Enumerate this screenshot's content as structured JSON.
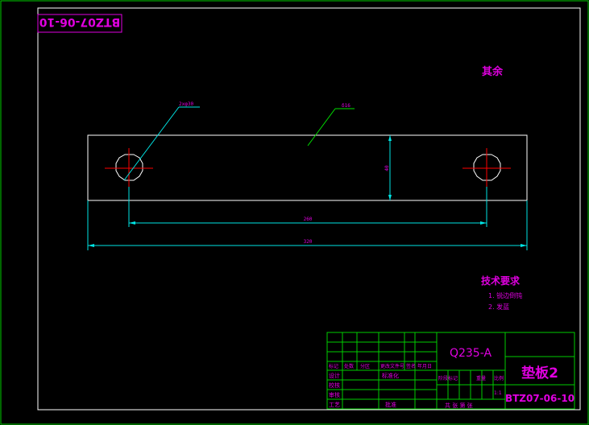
{
  "drawing_number": "BTZ07-06-10",
  "note_remaining": "其余",
  "dimensions": {
    "holes": "2xφ30",
    "thickness": "δ16",
    "height": "40",
    "hole_spacing": "260",
    "overall_length": "320"
  },
  "tech_requirements": {
    "heading": "技术要求",
    "items": [
      "1. 锐边倒钝",
      "2. 发蓝"
    ]
  },
  "title_block": {
    "material": "Q235-A",
    "part_name": "垫板2",
    "drawing_number": "BTZ07-06-10",
    "scale": "1:1",
    "header_row": [
      "标记",
      "处数",
      "分区",
      "更改文件号",
      "签名",
      "年月日"
    ],
    "role_labels": [
      "设计",
      "校核",
      "审核",
      "工艺"
    ],
    "std_label": "标准化",
    "approve_label": "批准",
    "stage_labels": [
      "阶段标记",
      "重量",
      "比例"
    ],
    "sheet_text": "共 张 第 张"
  },
  "colors": {
    "frame": "#00cc00",
    "text": "#e000e0",
    "outline": "#ffffff",
    "center": "#ff0000",
    "leader": "#00e000",
    "dim": "#00e5e5"
  }
}
